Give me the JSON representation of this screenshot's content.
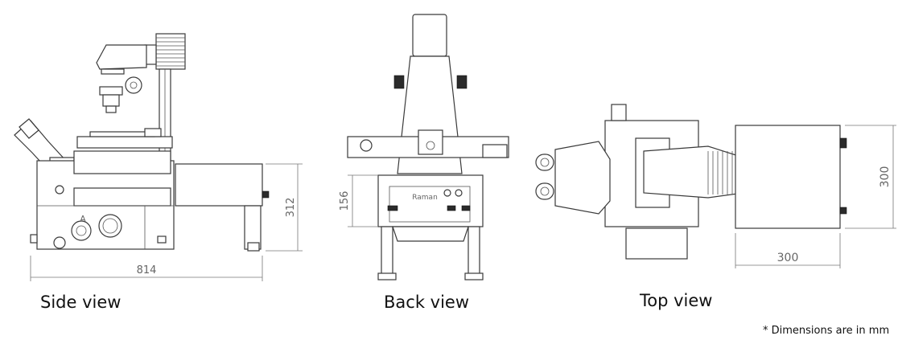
{
  "views": {
    "side": {
      "caption": "Side view",
      "dims": {
        "width": "814",
        "height": "312"
      },
      "knob_label": "A"
    },
    "back": {
      "caption": "Back view",
      "dims": {
        "height": "156"
      },
      "brand": "Raman"
    },
    "top": {
      "caption": "Top view",
      "dims": {
        "width": "300",
        "depth": "300"
      }
    }
  },
  "footnote": "* Dimensions are in mm"
}
